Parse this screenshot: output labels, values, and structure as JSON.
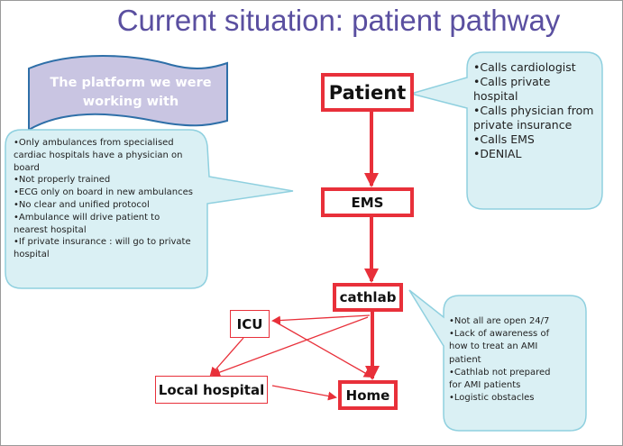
{
  "title": "Current situation: patient pathway",
  "banner": {
    "text": "The platform we were working with"
  },
  "colors": {
    "title": "#5a4fa0",
    "node_border": "#e8303a",
    "callout_fill": "#daf0f4",
    "callout_border": "#8fd0df",
    "banner_fill": "#c9c5e2",
    "banner_border": "#2e6fa8"
  },
  "nodes": {
    "patient": "Patient",
    "ems": "EMS",
    "cathlab": "cathlab",
    "icu": "ICU",
    "local_hospital": "Local hospital",
    "home": "Home"
  },
  "edges": [
    {
      "from": "Patient",
      "to": "EMS",
      "style": "thick"
    },
    {
      "from": "EMS",
      "to": "cathlab",
      "style": "thick"
    },
    {
      "from": "cathlab",
      "to": "Home",
      "style": "thick"
    },
    {
      "from": "cathlab",
      "to": "ICU",
      "style": "thin"
    },
    {
      "from": "cathlab",
      "to": "Local hospital",
      "style": "thin"
    },
    {
      "from": "ICU",
      "to": "Local hospital",
      "style": "thin"
    },
    {
      "from": "ICU",
      "to": "Home",
      "style": "thin"
    },
    {
      "from": "Local hospital",
      "to": "Home",
      "style": "thin"
    }
  ],
  "callouts": {
    "patient": [
      "•Calls cardiologist",
      "•Calls private",
      "hospital",
      "•Calls physician from",
      "private insurance",
      "•Calls EMS",
      "•DENIAL"
    ],
    "ems": [
      "•Only ambulances from specialised",
      "cardiac hospitals have a physician on",
      "board",
      "•Not properly trained",
      "•ECG only on board in new ambulances",
      "•No clear and unified protocol",
      "•Ambulance will drive patient to",
      "nearest hospital",
      "•If private insurance : will go to private",
      "hospital"
    ],
    "cathlab": [
      "•Not all are open 24/7",
      "•Lack of awareness of",
      "how to treat an AMI",
      "patient",
      "•Cathlab not prepared",
      "for AMI patients",
      "•Logistic obstacles"
    ]
  }
}
